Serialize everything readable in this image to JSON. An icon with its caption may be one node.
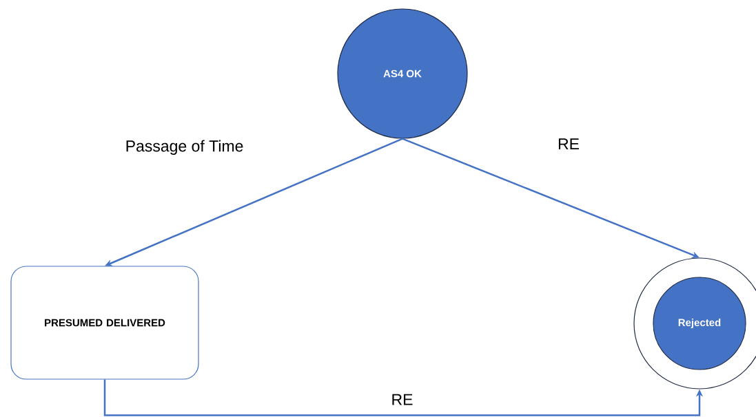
{
  "diagram": {
    "nodes": [
      {
        "text": [
          "AS4 OK"
        ]
      },
      {
        "text": [
          "PRESUMED DELIVERED"
        ]
      },
      {
        "text": [
          "Rejected"
        ]
      }
    ],
    "edges": [
      {
        "from": 0,
        "to": 1,
        "arrow": "to",
        "label": "Passage of Time"
      },
      {
        "from": 0,
        "to": 2,
        "arrow": "to",
        "label": "RE"
      },
      {
        "from": 1,
        "to": 2,
        "arrow": "to",
        "label": "RE"
      }
    ]
  }
}
